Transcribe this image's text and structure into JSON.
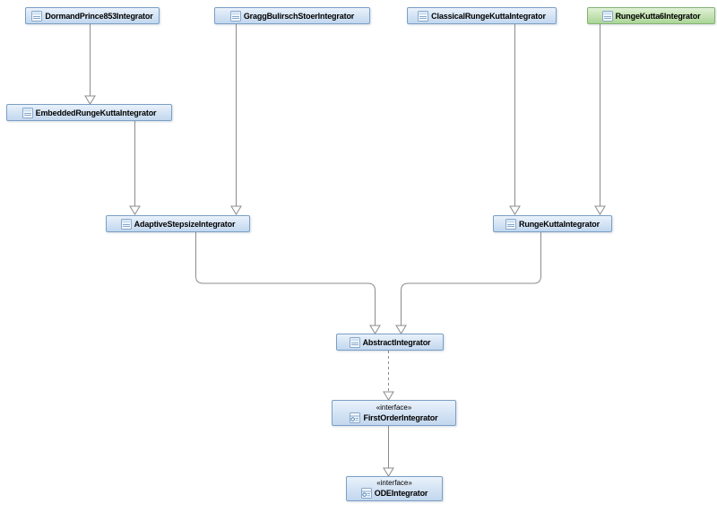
{
  "diagram": {
    "kind": "uml-class-diagram",
    "background_color": "#ffffff",
    "colors": {
      "class_fill_top": "#eaf2fb",
      "class_fill_bottom": "#c2d7ee",
      "class_border": "#7aa0c6",
      "highlight_fill_top": "#e0f1d7",
      "highlight_fill_bottom": "#aad597",
      "highlight_border": "#83b273",
      "edge_line": "#8c8c8c",
      "text": "#000000"
    },
    "nodes": [
      {
        "id": "dormand",
        "label": "DormandPrince853Integrator",
        "kind": "class",
        "variant": "blue"
      },
      {
        "id": "gragg",
        "label": "GraggBulirschStoerIntegrator",
        "kind": "class",
        "variant": "blue"
      },
      {
        "id": "classical",
        "label": "ClassicalRungeKuttaIntegrator",
        "kind": "class",
        "variant": "blue"
      },
      {
        "id": "rk6",
        "label": "RungeKutta6Integrator",
        "kind": "class",
        "variant": "green"
      },
      {
        "id": "embedded",
        "label": "EmbeddedRungeKuttaIntegrator",
        "kind": "class",
        "variant": "blue"
      },
      {
        "id": "adaptive",
        "label": "AdaptiveStepsizeIntegrator",
        "kind": "class",
        "variant": "blue"
      },
      {
        "id": "rk",
        "label": "RungeKuttaIntegrator",
        "kind": "class",
        "variant": "blue"
      },
      {
        "id": "abstract",
        "label": "AbstractIntegrator",
        "kind": "class",
        "variant": "blue"
      },
      {
        "id": "firstorder",
        "label": "FirstOrderIntegrator",
        "kind": "interface",
        "variant": "blue",
        "stereotype": "«interface»"
      },
      {
        "id": "ode",
        "label": "ODEIntegrator",
        "kind": "interface",
        "variant": "blue",
        "stereotype": "«interface»"
      }
    ],
    "edges": [
      {
        "from": "DormandPrince853Integrator",
        "to": "EmbeddedRungeKuttaIntegrator",
        "type": "generalization"
      },
      {
        "from": "EmbeddedRungeKuttaIntegrator",
        "to": "AdaptiveStepsizeIntegrator",
        "type": "generalization"
      },
      {
        "from": "GraggBulirschStoerIntegrator",
        "to": "AdaptiveStepsizeIntegrator",
        "type": "generalization"
      },
      {
        "from": "ClassicalRungeKuttaIntegrator",
        "to": "RungeKuttaIntegrator",
        "type": "generalization"
      },
      {
        "from": "RungeKutta6Integrator",
        "to": "RungeKuttaIntegrator",
        "type": "generalization"
      },
      {
        "from": "AdaptiveStepsizeIntegrator",
        "to": "AbstractIntegrator",
        "type": "generalization"
      },
      {
        "from": "RungeKuttaIntegrator",
        "to": "AbstractIntegrator",
        "type": "generalization"
      },
      {
        "from": "AbstractIntegrator",
        "to": "FirstOrderIntegrator",
        "type": "realization"
      },
      {
        "from": "FirstOrderIntegrator",
        "to": "ODEIntegrator",
        "type": "generalization"
      }
    ]
  }
}
